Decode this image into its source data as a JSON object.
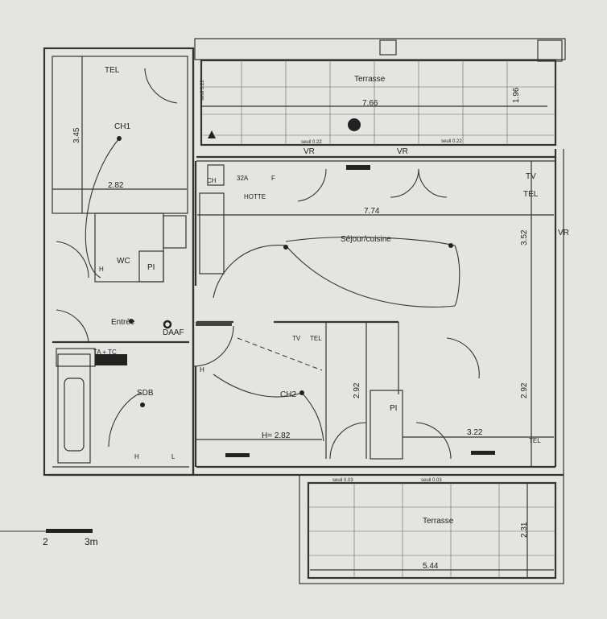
{
  "rooms": {
    "terrace_top": "Terrasse",
    "bedroom1": "CH1",
    "living": "Séjour/cuisine",
    "bedroom2": "CH2",
    "bathroom": "SDB",
    "wc": "WC",
    "entry": "Entrée",
    "terrace_bottom": "Terrasse",
    "closet_wc": "PI",
    "closet_ch2": "PI"
  },
  "dimensions": {
    "terrace_top_width": "7.66",
    "terrace_top_depth": "1.96",
    "ch1_height": "3.45",
    "ch1_width": "2.82",
    "living_width": "7.74",
    "living_depth": "3.52",
    "ch2_height": "2.92",
    "ch2_sill": "H= 2.82",
    "living_lower_width": "3.22",
    "living_lower_height": "2.92",
    "terrace_bottom_depth": "2.31",
    "terrace_bottom_width": "5.44"
  },
  "annotations": {
    "tel_ch1": "TEL",
    "tv_living": "TV",
    "tel_living": "TEL",
    "vr_1": "VR",
    "vr_2": "VR",
    "vr_3": "VR",
    "hotte": "HOTTE",
    "circuit_32a": "32A",
    "fridge": "F",
    "cooktop": "CH",
    "daaf": "DAAF",
    "panel": "TA + TC",
    "tv_ch2": "TV",
    "tel_ch2": "TEL",
    "tel_lower": "TEL",
    "sill_1": "seuil 0.22",
    "sill_2": "seuil 0.22",
    "sill_3": "seuil 0.22",
    "sill_4": "seuil 0.03",
    "sill_5": "seuil 0.03",
    "h_wc": "H",
    "h_bath": "H",
    "h_ch2": "H",
    "l_bath": "L"
  },
  "scale_bar": {
    "label_2": "2",
    "label_3m": "3m"
  }
}
